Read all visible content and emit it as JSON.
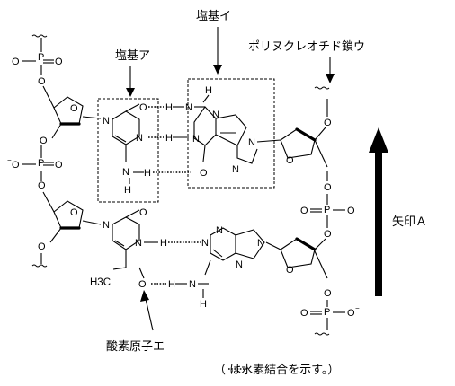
{
  "labels": {
    "base_a": "塩基ア",
    "base_i": "塩基イ",
    "chain_u": "ポリヌクレオチド鎖ウ",
    "oxygen_e": "酸素原子エ",
    "arrow_a": "矢印Ａ",
    "caption": "（ は水素結合を示す。）"
  },
  "atoms": {
    "O": "O",
    "P": "P",
    "N": "N",
    "H": "H",
    "Me": "H3C",
    "O_minus": "O⁻",
    "minus": "−",
    "eq": "="
  }
}
